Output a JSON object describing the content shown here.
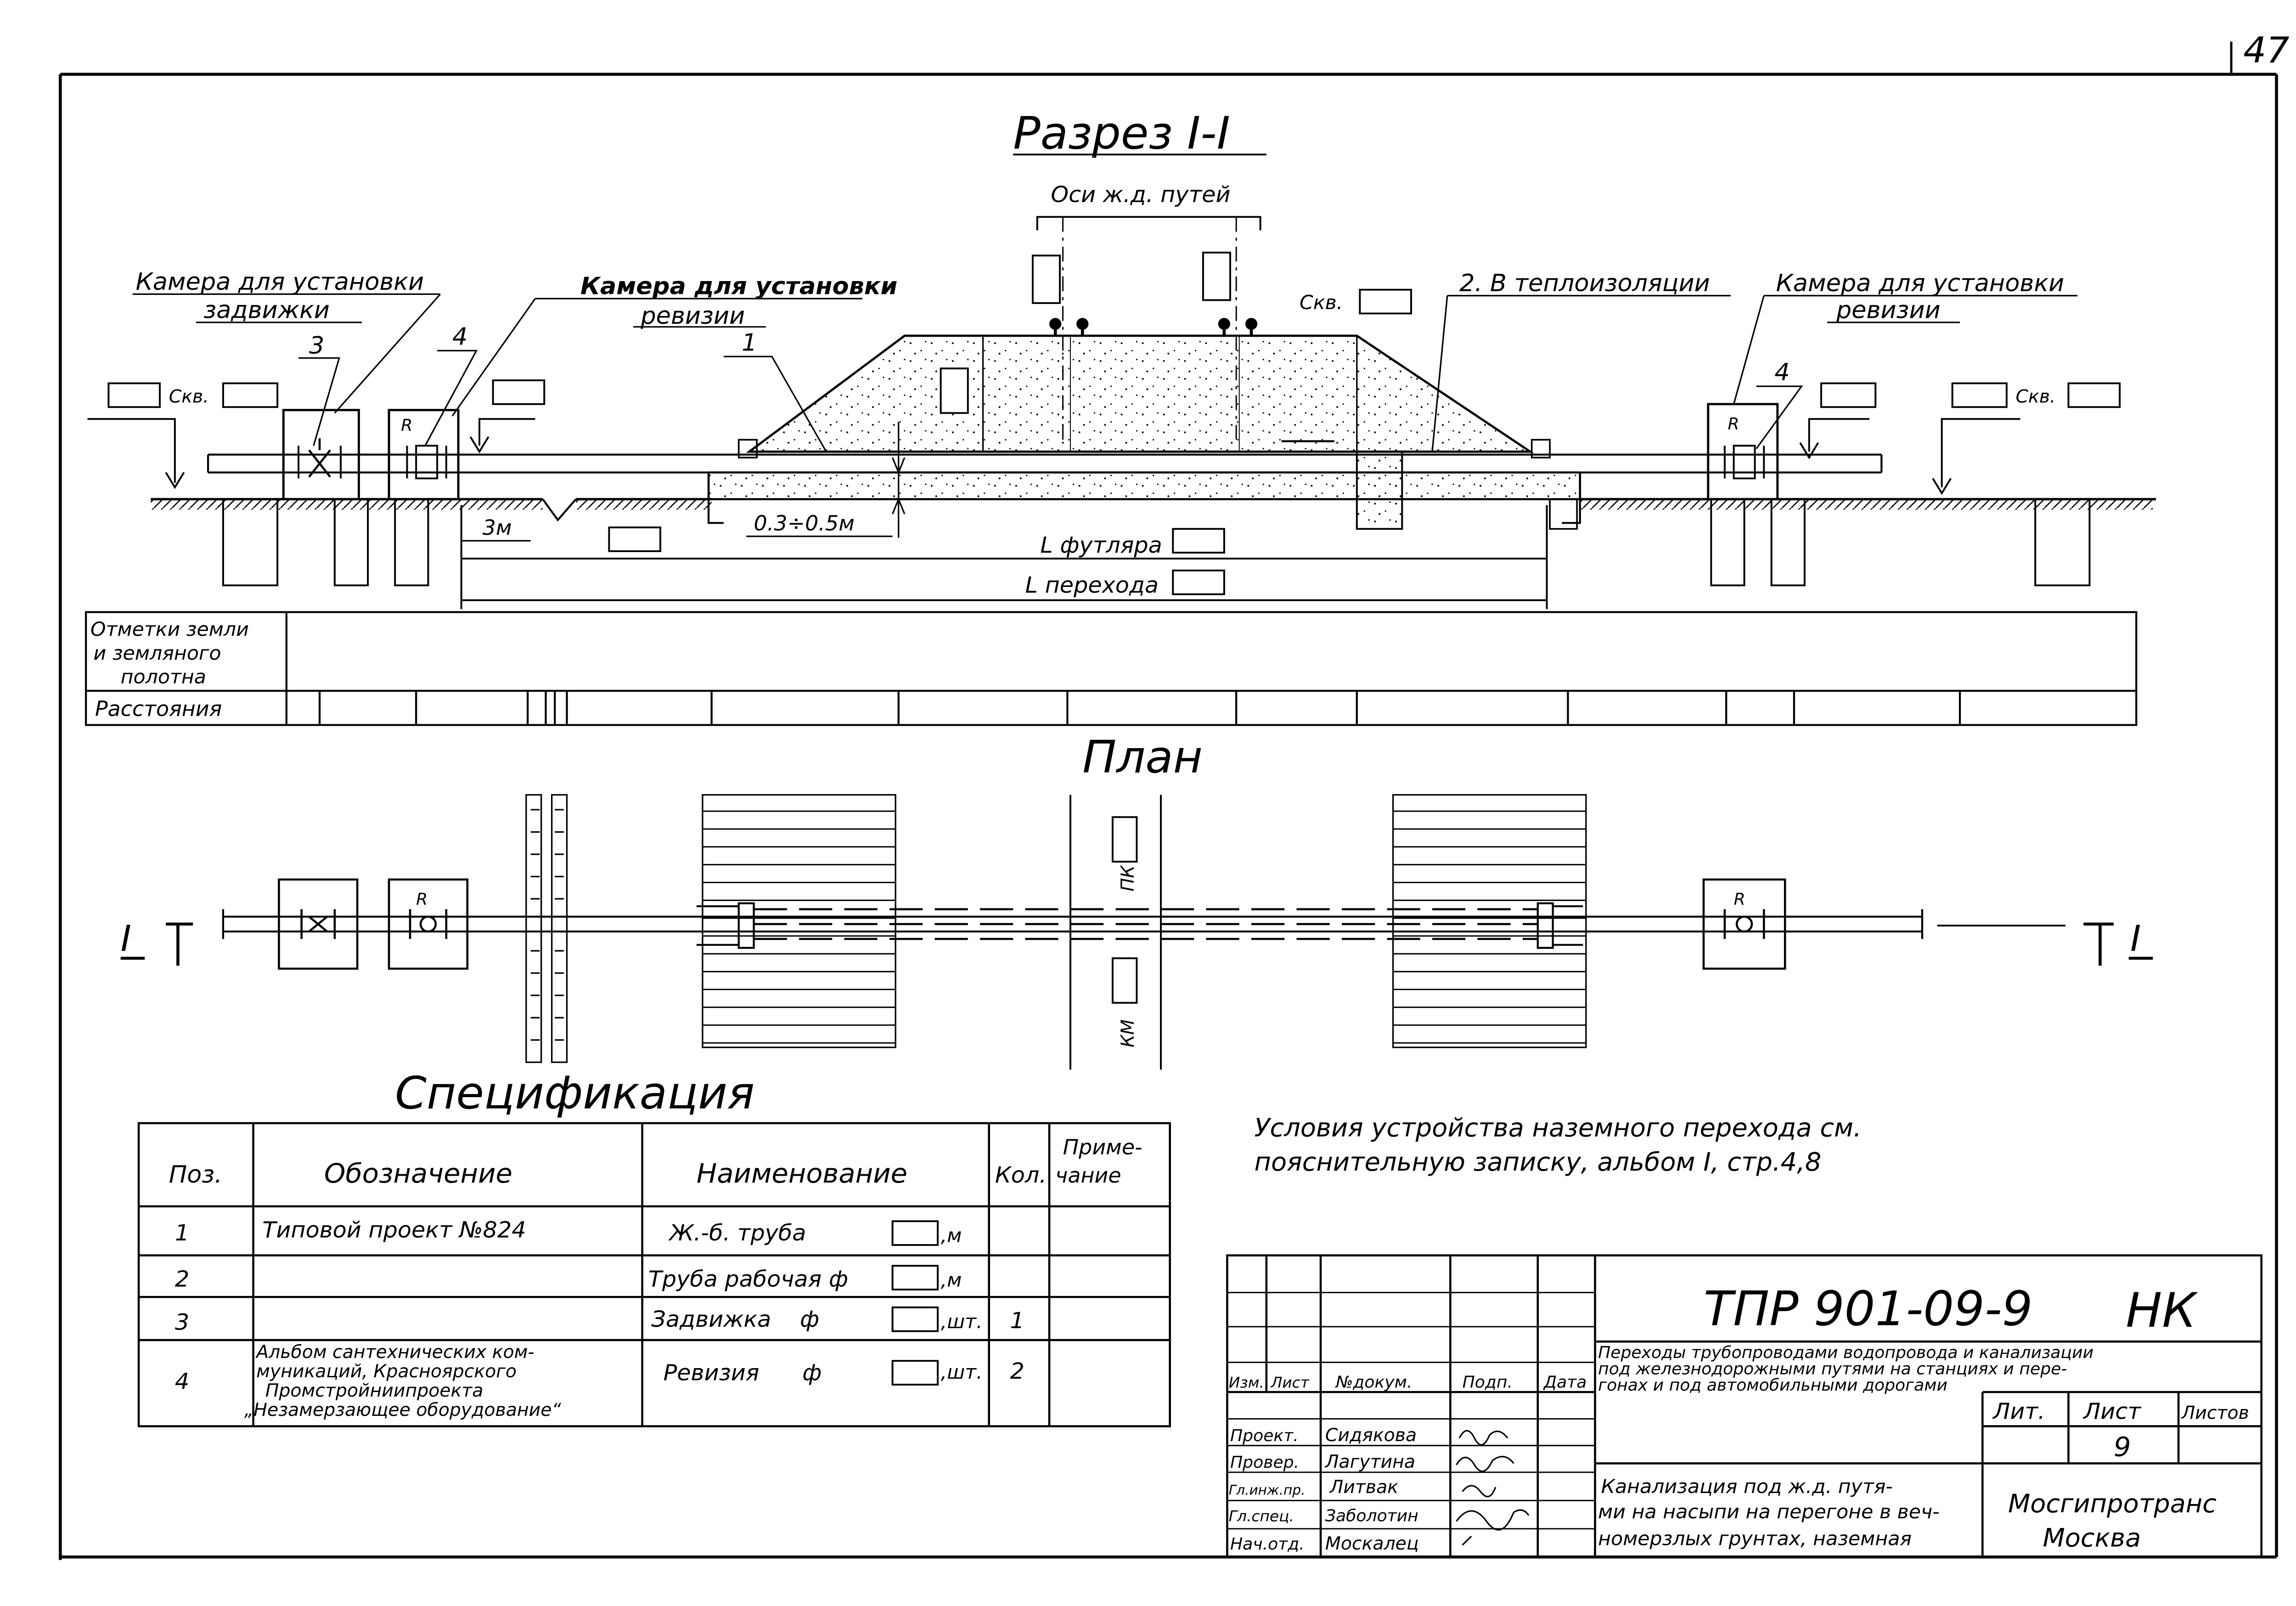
{
  "sheet_no": "47",
  "section": {
    "title": "Разрез I-I",
    "rail_axes": "Оси ж.д. путей",
    "chamber_valve": [
      "Камера для установки",
      "задвижки"
    ],
    "chamber_rev_left": [
      "Камера для установки",
      "ревизии"
    ],
    "chamber_rev_right": [
      "Камера для установки",
      "ревизии"
    ],
    "pos_3": "3",
    "pos_4_left": "4",
    "pos_1": "1",
    "pos_2": "2. В теплоизоляции",
    "pos_4_right": "4",
    "skv": "Скв.",
    "r": "R",
    "dist_3m": "3м",
    "depth": "0.3÷0.5м",
    "l_case": "L футляра",
    "l_cross": "L перехода",
    "row_marks": [
      "Отметки земли",
      "и земляного",
      "полотна"
    ],
    "row_dist": "Расстояния"
  },
  "plan": {
    "title": "План",
    "sec_left": "I",
    "sec_right": "I",
    "pk": "ПК",
    "km": "КМ",
    "r": "R"
  },
  "spec": {
    "title": "Спецификация",
    "headers": {
      "pos": "Поз.",
      "designation": "Обозначение",
      "name": "Наименование",
      "qty": "Кол.",
      "note": [
        "Приме-",
        "чание"
      ]
    },
    "rows": [
      {
        "pos": "1",
        "designation": [
          "Типовой проект №824"
        ],
        "name": "Ж.-б. труба",
        "unit": ",м",
        "qty": ""
      },
      {
        "pos": "2",
        "designation": [],
        "name": "Труба рабочая ф",
        "unit": ",м",
        "qty": ""
      },
      {
        "pos": "3",
        "designation": [],
        "name": "Задвижка    ф",
        "unit": ",шт.",
        "qty": "1"
      },
      {
        "pos": "4",
        "designation": [
          "Альбом сантехнических ком-",
          "муникаций, Красноярского",
          "Промстройниипроекта",
          "„Незамерзающее оборудование“"
        ],
        "name": "Ревизия      ф",
        "unit": ",шт.",
        "qty": "2"
      }
    ]
  },
  "note": [
    "Условия устройства наземного перехода см.",
    "пояснительную записку, альбом I, стр.4,8"
  ],
  "stamp": {
    "code": "ТПР 901-09-9",
    "section_code": "НК",
    "title": [
      "Переходы трубопроводами водопровода и канализации",
      "под железнодорожными путями на станциях и пере-",
      "гонах и под автомобильными дорогами"
    ],
    "cols": [
      "Изм.",
      "Лист",
      "№докум.",
      "Подп.",
      "Дата"
    ],
    "people": [
      {
        "role": "Проект.",
        "name": "Сидякова"
      },
      {
        "role": "Провер.",
        "name": "Лагутина"
      },
      {
        "role": "Гл.инж.пр.",
        "name": "Литвак"
      },
      {
        "role": "Гл.спец.",
        "name": "Заболотин"
      },
      {
        "role": "Нач.отд.",
        "name": "Москалец"
      }
    ],
    "sheet_title": [
      "Канализация под ж.д. путя-",
      "ми на насыпи на перегоне в веч-",
      "номерзлых грунтах, наземная"
    ],
    "lit_label": "Лит.",
    "sheet_label": "Лист",
    "sheets_label": "Листов",
    "sheet_value": "9",
    "org": [
      "Мосгипротранс",
      "Москва"
    ]
  }
}
